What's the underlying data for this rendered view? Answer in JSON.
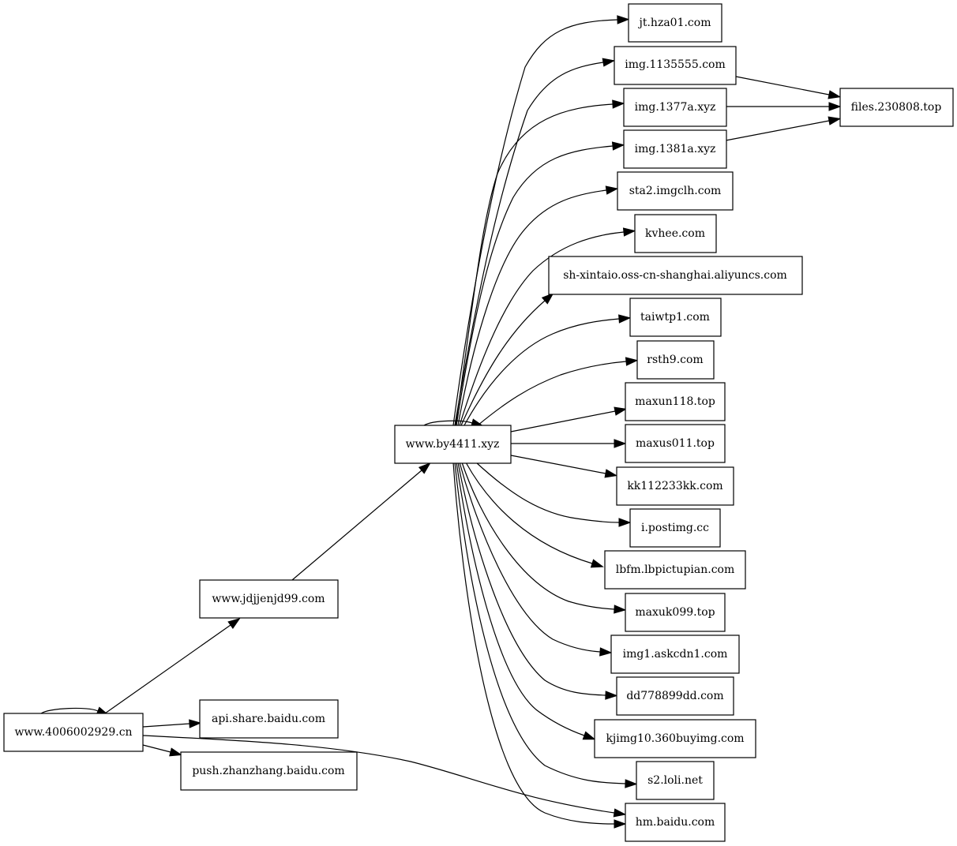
{
  "colors": {
    "node_fill": "#ffffff",
    "stroke": "#000000",
    "background": "#ffffff"
  },
  "nodes": {
    "n4006": "www.4006002929.cn",
    "jdj": "www.jdjjenjd99.com",
    "api": "api.share.baidu.com",
    "push": "push.zhanzhang.baidu.com",
    "by": "www.by4411.xyz",
    "jt": "jt.hza01.com",
    "img113": "img.1135555.com",
    "img1377": "img.1377a.xyz",
    "img1381": "img.1381a.xyz",
    "sta2": "sta2.imgclh.com",
    "kvhee": "kvhee.com",
    "sh": "sh-xintaio.oss-cn-shanghai.aliyuncs.com",
    "taiwtp": "taiwtp1.com",
    "rsth": "rsth9.com",
    "maxun": "maxun118.top",
    "maxus": "maxus011.top",
    "kk": "kk112233kk.com",
    "ipost": "i.postimg.cc",
    "lbfm": "lbfm.lbpictupian.com",
    "maxuk": "maxuk099.top",
    "img1ask": "img1.askcdn1.com",
    "dd": "dd778899dd.com",
    "kjimg": "kjimg10.360buyimg.com",
    "s2": "s2.loli.net",
    "hm": "hm.baidu.com",
    "files": "files.230808.top"
  },
  "edges": [
    [
      "n4006",
      "n4006"
    ],
    [
      "n4006",
      "jdj"
    ],
    [
      "n4006",
      "api"
    ],
    [
      "n4006",
      "push"
    ],
    [
      "n4006",
      "hm"
    ],
    [
      "jdj",
      "by"
    ],
    [
      "by",
      "by"
    ],
    [
      "by",
      "jt"
    ],
    [
      "by",
      "img113"
    ],
    [
      "by",
      "img1377"
    ],
    [
      "by",
      "img1381"
    ],
    [
      "by",
      "sta2"
    ],
    [
      "by",
      "kvhee"
    ],
    [
      "by",
      "sh"
    ],
    [
      "by",
      "taiwtp"
    ],
    [
      "by",
      "rsth"
    ],
    [
      "by",
      "maxun"
    ],
    [
      "by",
      "maxus"
    ],
    [
      "by",
      "kk"
    ],
    [
      "by",
      "ipost"
    ],
    [
      "by",
      "lbfm"
    ],
    [
      "by",
      "maxuk"
    ],
    [
      "by",
      "img1ask"
    ],
    [
      "by",
      "dd"
    ],
    [
      "by",
      "kjimg"
    ],
    [
      "by",
      "s2"
    ],
    [
      "by",
      "hm"
    ],
    [
      "img113",
      "files"
    ],
    [
      "img1377",
      "files"
    ],
    [
      "img1381",
      "files"
    ]
  ]
}
